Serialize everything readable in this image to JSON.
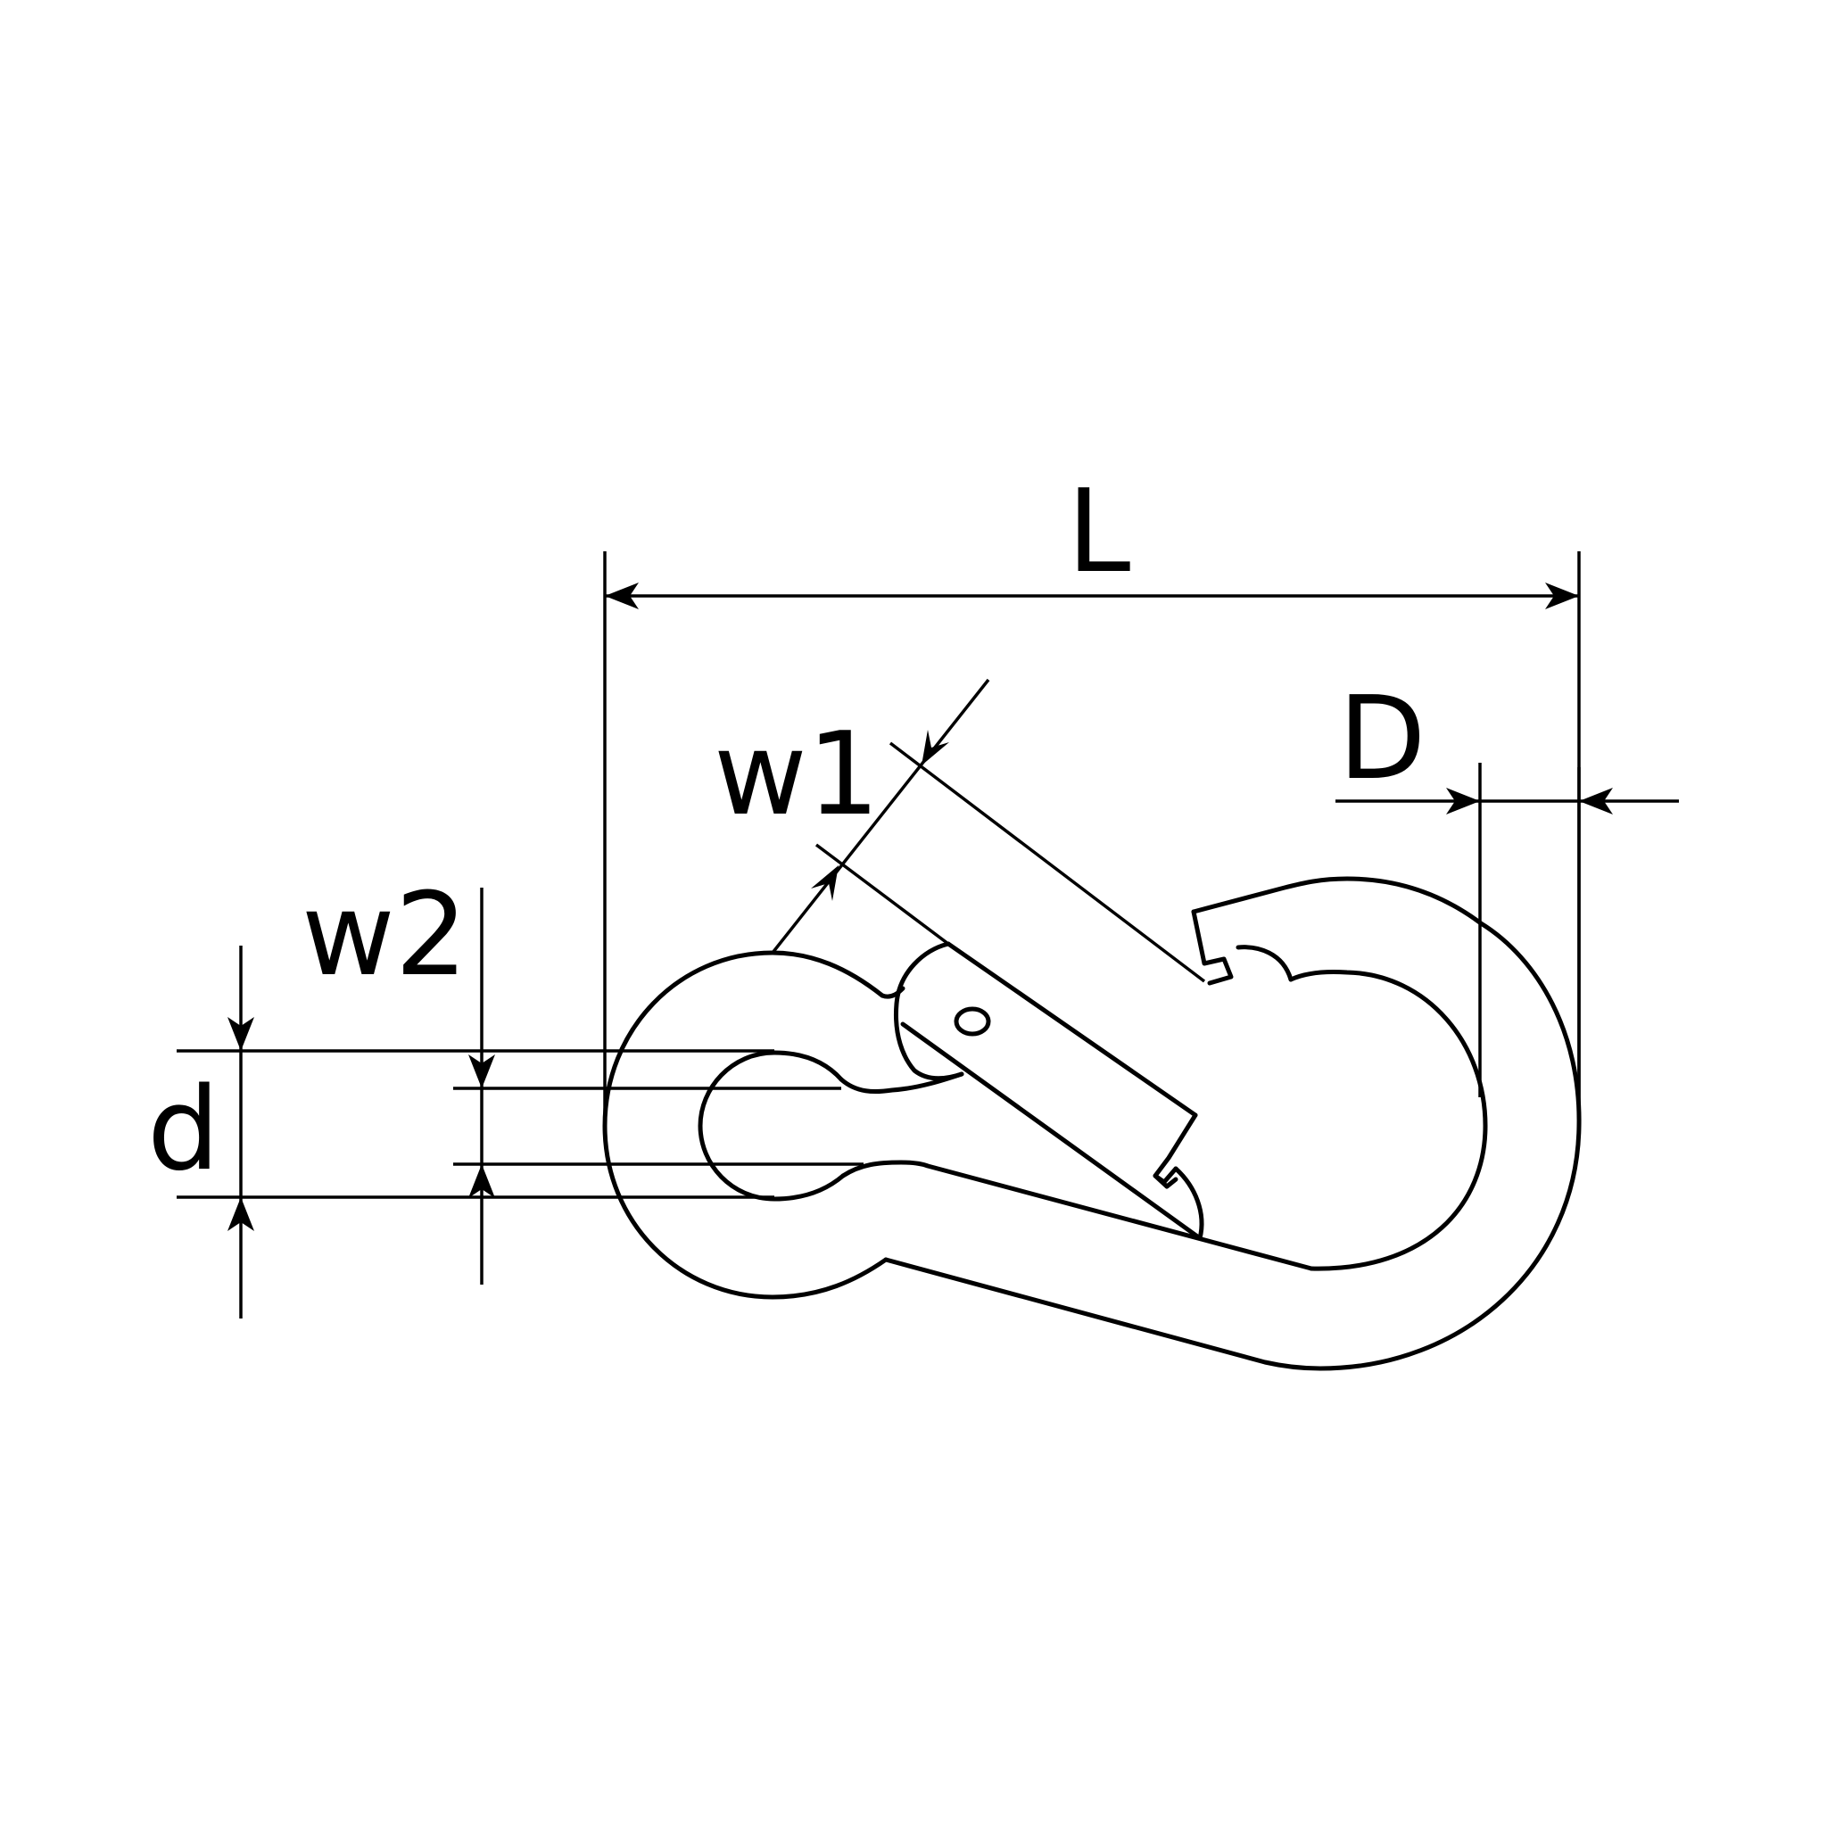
{
  "diagram": {
    "labels": {
      "L": "L",
      "D": "D",
      "w1": "w1",
      "w2": "w2",
      "d": "d"
    },
    "colors": {
      "line": "#000000",
      "background": "#ffffff"
    }
  }
}
